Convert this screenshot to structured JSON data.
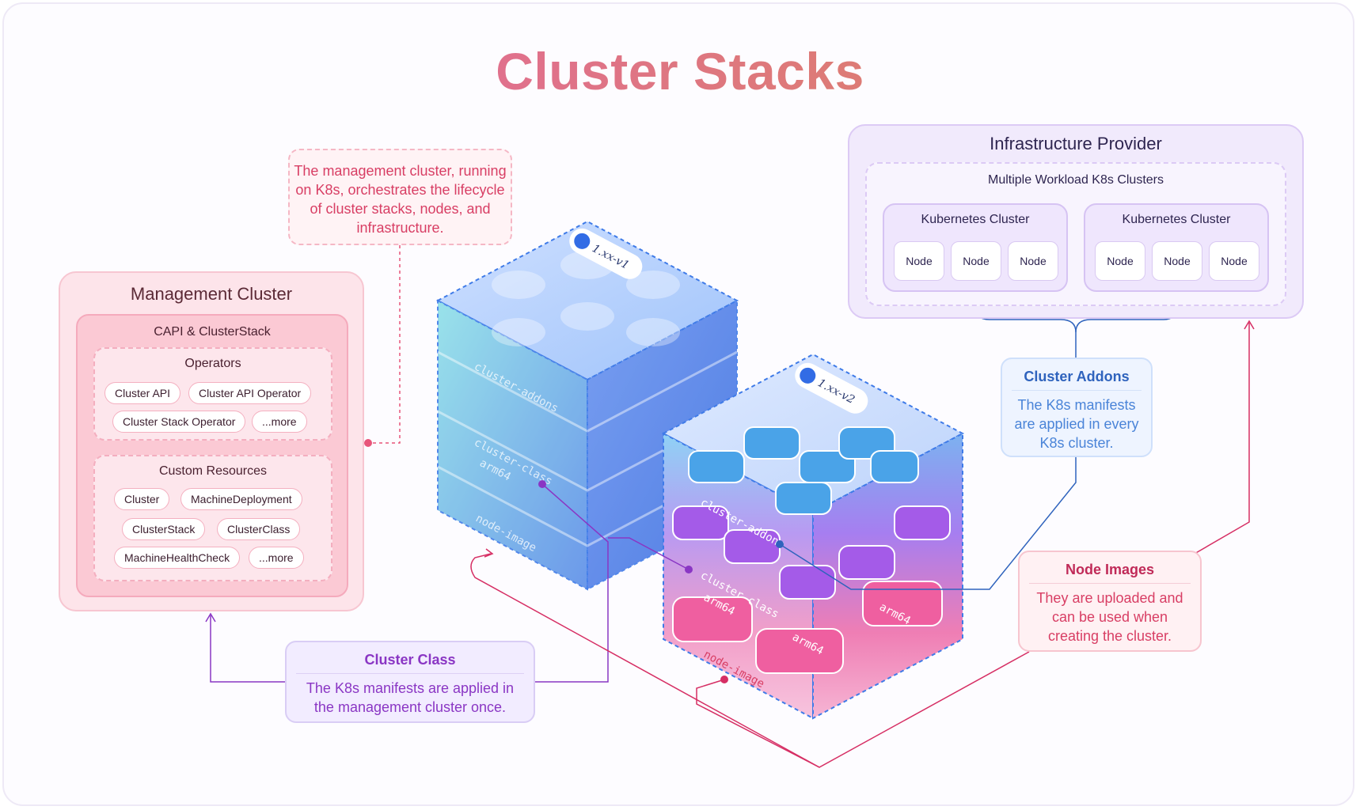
{
  "title": "Cluster Stacks",
  "management_cluster": {
    "title": "Management Cluster",
    "capi": {
      "title": "CAPI & ClusterStack",
      "operators": {
        "title": "Operators",
        "items": [
          "Cluster API",
          "Cluster API Operator",
          "Cluster Stack Operator",
          "...more"
        ]
      },
      "custom_resources": {
        "title": "Custom Resources",
        "items": [
          "Cluster",
          "MachineDeployment",
          "ClusterStack",
          "ClusterClass",
          "MachineHealthCheck",
          "...more"
        ]
      }
    }
  },
  "callouts": {
    "management": "The management cluster, running on K8s, orchestrates the lifecycle of cluster stacks, nodes, and infrastructure.",
    "cluster_class": {
      "title": "Cluster Class",
      "body": "The K8s manifests are applied in the management cluster once."
    },
    "cluster_addons": {
      "title": "Cluster Addons",
      "body": "The K8s manifests are applied in every K8s cluster."
    },
    "node_images": {
      "title": "Node Images",
      "body": "They are uploaded and can be used when creating the cluster."
    }
  },
  "infrastructure": {
    "title": "Infrastructure Provider",
    "workload": {
      "title": "Multiple Workload K8s Clusters",
      "clusters": [
        {
          "title": "Kubernetes Cluster",
          "nodes": [
            "Node",
            "Node",
            "Node"
          ]
        },
        {
          "title": "Kubernetes Cluster",
          "nodes": [
            "Node",
            "Node",
            "Node"
          ]
        }
      ]
    }
  },
  "stacks": {
    "v1": {
      "version": "1.xx-v1",
      "layers": [
        "cluster-addons",
        "cluster-class",
        "arm64",
        "node-image"
      ]
    },
    "v2": {
      "version": "1.xx-v2",
      "layers": [
        "cluster-addons",
        "cluster-class",
        "arm64",
        "arm64",
        "arm64",
        "node-image"
      ]
    }
  },
  "colors": {
    "pink": "#e0708e",
    "orange": "#d98a55",
    "crimson": "#d83e64",
    "purple": "#8a36c4",
    "blue": "#2f63bd"
  }
}
